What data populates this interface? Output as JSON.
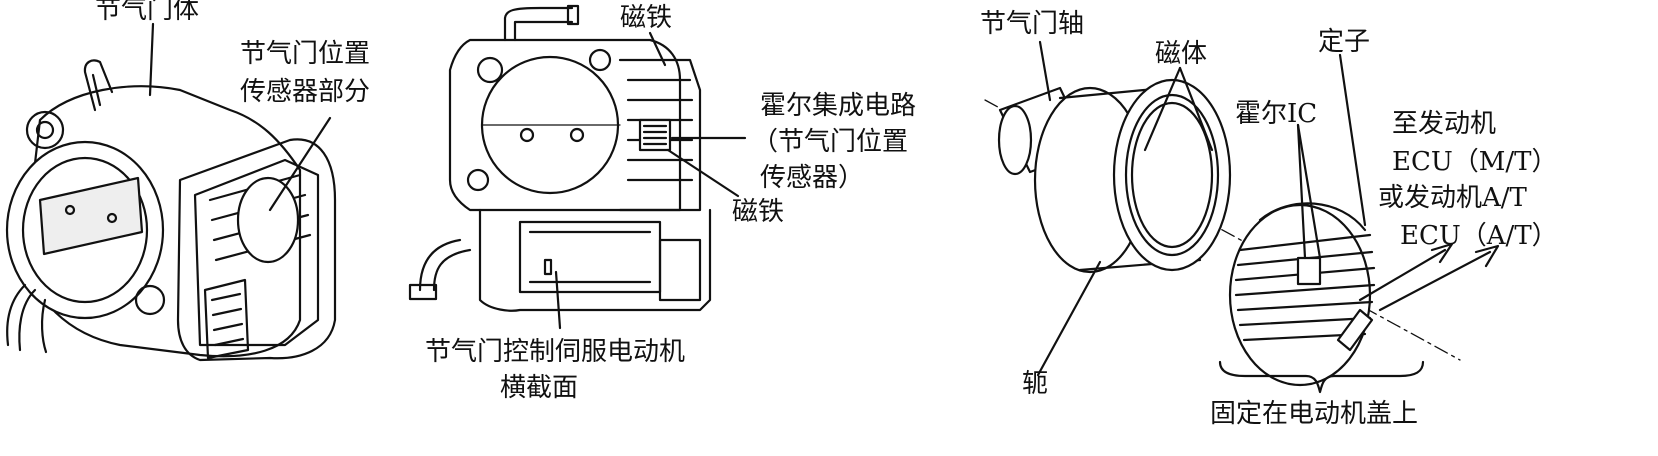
{
  "colors": {
    "ink": "#111111",
    "paper": "#ffffff",
    "shade": "#d9d9d9"
  },
  "left_view": {
    "body_label": "节气门体",
    "sensor_label_line1": "节气门位置",
    "sensor_label_line2": "传感器部分"
  },
  "middle_view": {
    "magnet_top": "磁铁",
    "hall_line1": "霍尔集成电路",
    "hall_line2": "（节气门位置",
    "hall_line3": "传感器）",
    "magnet_bottom": "磁铁",
    "motor_line1": "节气门控制伺服电动机",
    "motor_line2": "横截面"
  },
  "right_view": {
    "shaft_label": "节气门轴",
    "magnet_label": "磁体",
    "stator_label": "定子",
    "hall_ic_label": "霍尔IC",
    "yoke_label": "轭",
    "ecu_line1": "至发动机",
    "ecu_line2": "ECU（M/T）",
    "ecu_line3": "或发动机A/T",
    "ecu_line4": "ECU（A/T）",
    "fixed_label": "固定在电动机盖上"
  }
}
